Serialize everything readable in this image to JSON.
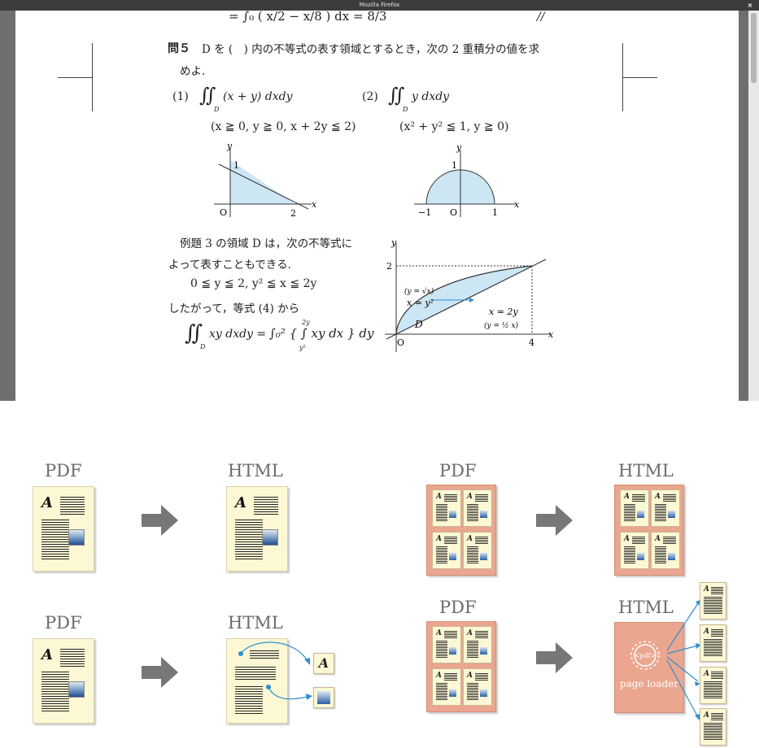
{
  "window": {
    "title": "Mozilla Firefox",
    "close_glyph": "×"
  },
  "document": {
    "top_equation": "= ∫₀ ( x/2 − x/8 ) dx = 8/3",
    "end_mark": "//",
    "problem_label": "問５",
    "problem_text_line1": "D を (　) 内の不等式の表す領域とするとき，次の 2 重積分の値を求",
    "problem_text_line2": "めよ.",
    "sub1_label": "(1)",
    "sub1_integral": "∬",
    "sub1_integrand": "(x + y) dxdy",
    "sub1_condition": "(x ≧ 0,  y ≧ 0,  x + 2y ≦ 2)",
    "sub2_label": "(2)",
    "sub2_integral": "∬",
    "sub2_integrand": "y dxdy",
    "sub2_condition": "(x² + y² ≦ 1,  y ≧ 0)",
    "integral_subscript": "D",
    "fig1": {
      "y_label": "y",
      "x_label": "x",
      "origin": "O",
      "tick_y": "1",
      "tick_x": "2"
    },
    "fig2": {
      "y_label": "y",
      "x_label": "x",
      "origin": "O",
      "tick_y": "1",
      "tick_x_neg": "−1",
      "tick_x_pos": "1"
    },
    "example_line1": "例題 3 の領域 D は，次の不等式に",
    "example_line2": "よって表すこともできる.",
    "example_ineq": "0 ≦ y ≦ 2,  y² ≦ x ≦ 2y",
    "example_line3": "したがって，等式 (4) から",
    "final_lhs": "∬",
    "final_lhs_rest": "xy dxdy =",
    "final_rhs": "∫₀² { ∫ xy dx } dy",
    "final_upper": "2y",
    "final_lower": "y²",
    "fig3": {
      "y_label": "y",
      "x_label": "x",
      "origin": "O",
      "tick_y": "2",
      "tick_x": "4",
      "curve_label_sqrt": "(y = √x)",
      "curve_label_parabola": "x = y²",
      "line_label": "x = 2y",
      "line_label_alt": "(y = ½ x)",
      "region_label": "D"
    }
  },
  "diagrams": {
    "pdf_label": "PDF",
    "html_label": "HTML",
    "loader_label": "page loader",
    "loader_badge": "<pdf>",
    "glyph": "A"
  },
  "colors": {
    "titlebar": "#3c3c3c",
    "region_fill": "#cce6f4",
    "doc_fill": "#fdf8d4",
    "grid_fill": "#eba68f",
    "arrow": "#777777",
    "link": "#2b8fd0"
  }
}
